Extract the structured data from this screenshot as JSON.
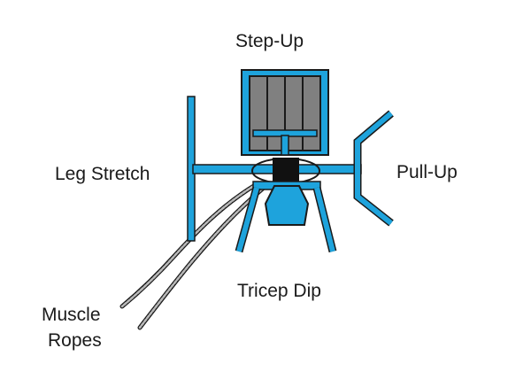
{
  "labels": {
    "step_up": "Step-Up",
    "leg_stretch": "Leg Stretch",
    "pull_up": "Pull-Up",
    "tricep_dip": "Tricep Dip",
    "muscle": "Muscle",
    "ropes": "Ropes"
  },
  "colors": {
    "frame_blue": "#1ea3dc",
    "outline": "#1a1a1a",
    "step_gray": "#808080",
    "seat_black": "#111111",
    "rope_gray": "#b8b8b8"
  }
}
